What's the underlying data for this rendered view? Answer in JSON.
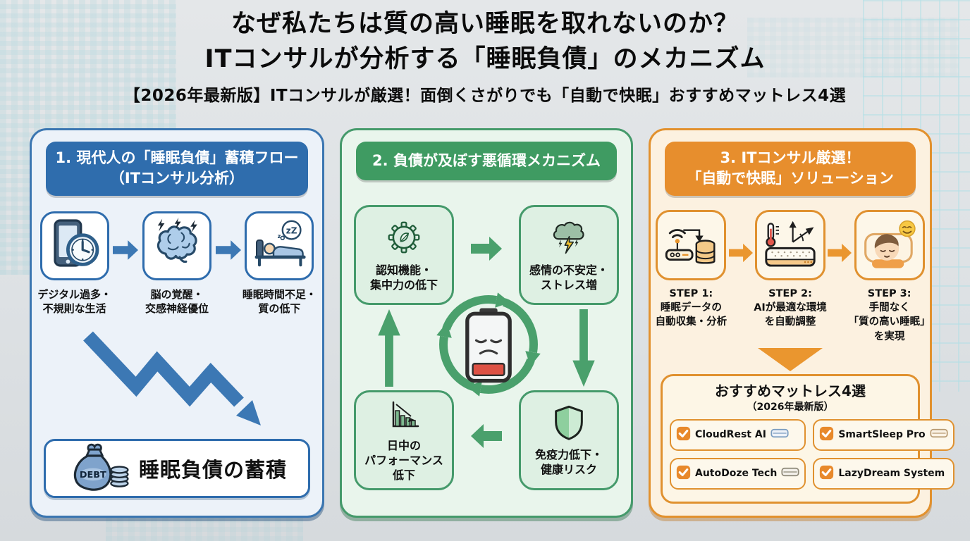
{
  "title": {
    "line1": "なぜ私たちは質の高い睡眠を取れないのか？",
    "line2": "ITコンサルが分析する「睡眠負債」のメカニズム",
    "subtitle": "【2026年最新版】ITコンサルが厳選！面倒くさがりでも「自動で快眠」おすすめマットレス4選"
  },
  "panel_flow": {
    "header": "1. 現代人の「睡眠負債」蓄積フロー\n（ITコンサル分析）",
    "steps": [
      {
        "icon": "smartphone-clock-icon",
        "label": "デジタル過多・\n不規則な生活"
      },
      {
        "icon": "brain-awake-icon",
        "label": "脳の覚醒・\n交感神経優位"
      },
      {
        "icon": "sleeping-in-bed-icon",
        "label": "睡眠時間不足・\n質の低下"
      }
    ],
    "debt_bag_text": "DEBT",
    "result_label": "睡眠負債の蓄積"
  },
  "panel_cycle": {
    "header": "2. 負債が及ぼす悪循環メカニズム",
    "nodes": [
      {
        "icon": "gear-icon",
        "label": "認知機能・\n集中力の低下"
      },
      {
        "icon": "storm-cloud-icon",
        "label": "感情の不安定・\nストレス増"
      },
      {
        "icon": "shield-icon",
        "label": "免疫力低下・\n健康リスク"
      },
      {
        "icon": "declining-chart-icon",
        "label": "日中の\nパフォーマンス\n低下"
      }
    ],
    "center_icon": "low-battery-sad-icon"
  },
  "panel_solution": {
    "header": "3. ITコンサル厳選！\n「自動で快眠」ソリューション",
    "steps": [
      {
        "icon": "sleep-data-router-icon",
        "label": "STEP 1:\n睡眠データの\n自動収集・分析"
      },
      {
        "icon": "smart-mattress-icon",
        "label": "STEP 2:\nAIが最適な環境\nを自動調整"
      },
      {
        "icon": "restful-sleeper-icon",
        "label": "STEP 3:\n手間なく\n「質の高い睡眠」\nを実現"
      }
    ],
    "recommendation": {
      "title": "おすすめマットレス4選",
      "subtitle": "（2026年最新版）",
      "items": [
        {
          "name": "CloudRest AI"
        },
        {
          "name": "SmartSleep Pro"
        },
        {
          "name": "AutoDoze Tech"
        },
        {
          "name": "LazyDream System"
        }
      ]
    }
  },
  "colors": {
    "blue": "#2f6dad",
    "green": "#3f9b62",
    "orange": "#e78e2d",
    "battery_red": "#dd5144"
  }
}
